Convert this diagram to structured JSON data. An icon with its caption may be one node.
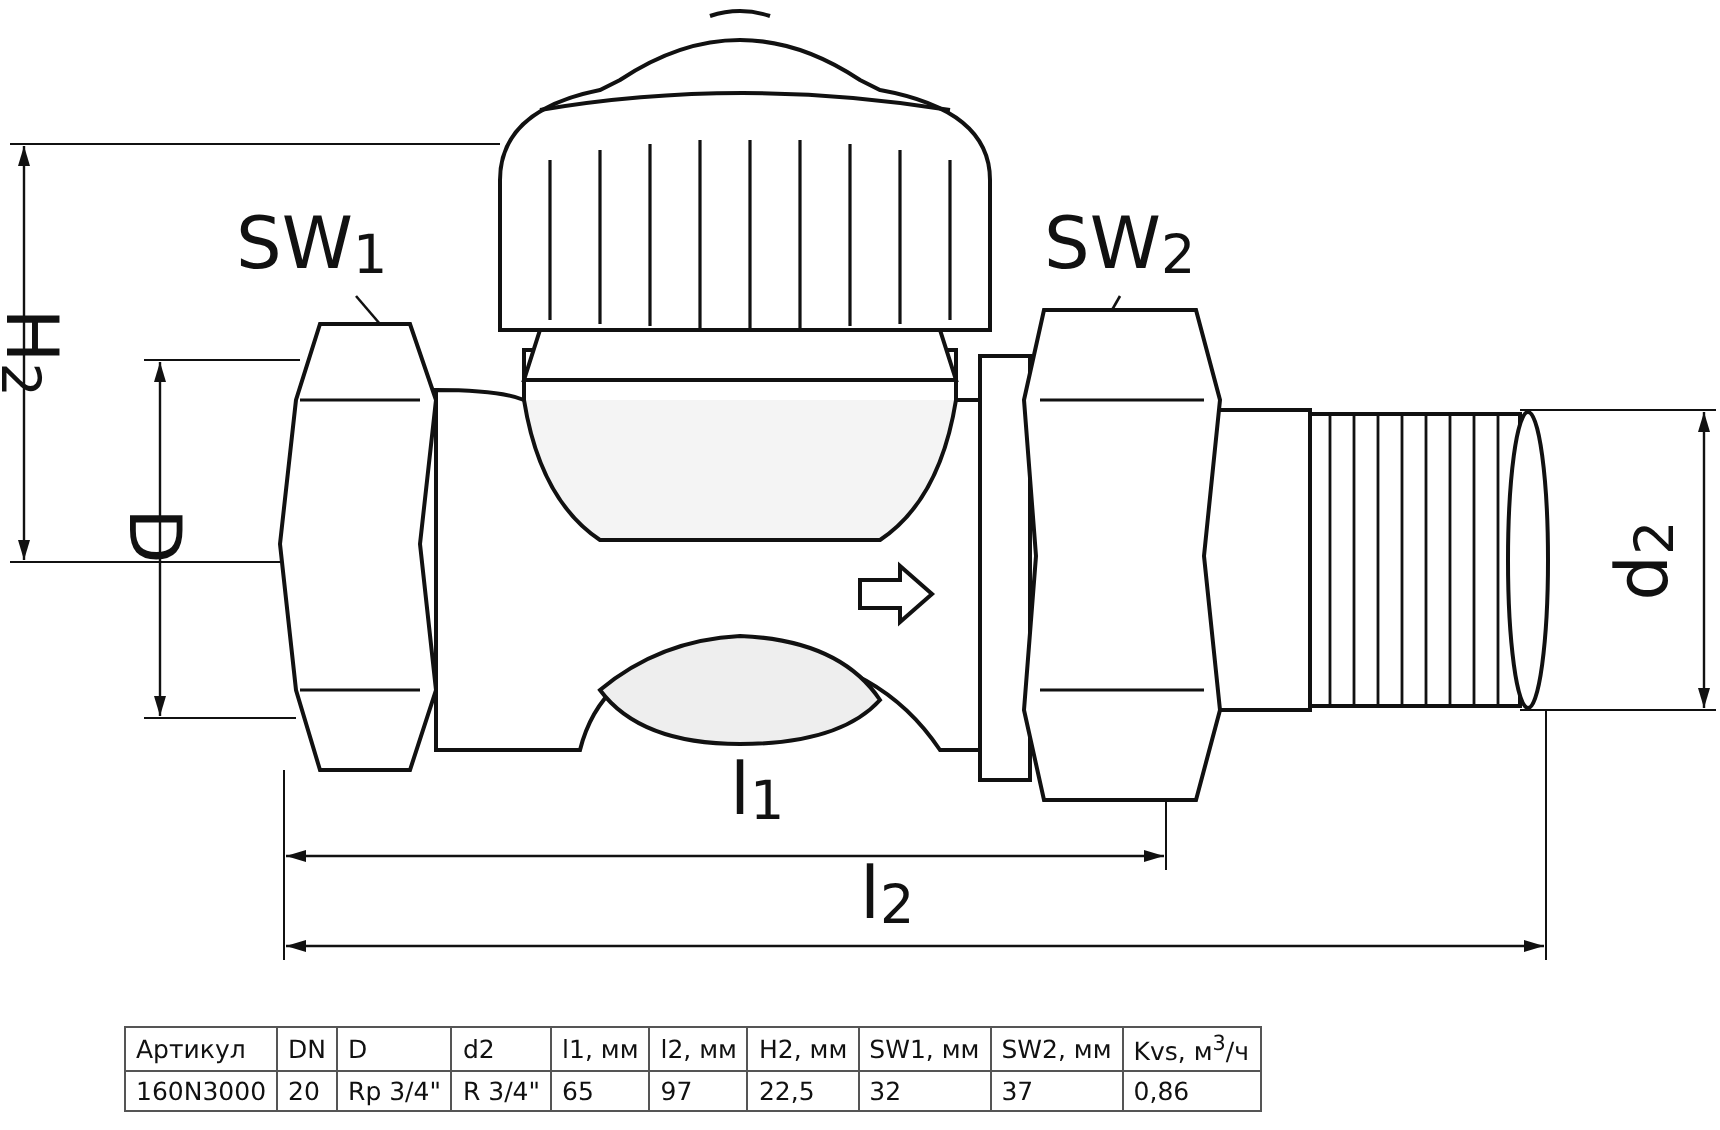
{
  "diagram": {
    "nodes": [
      {
        "text": [
          "SW$_{1}$"
        ]
      },
      {
        "text": [],
        "shape": "picture"
      },
      {
        "text": [
          "SW$_{2}$"
        ]
      },
      {
        "text": [],
        "shape": "picture"
      }
    ],
    "edges": [
      {
        "from": 0,
        "to": 1,
        "arrow": "none"
      },
      {
        "from": 2,
        "to": 3,
        "arrow": "none"
      }
    ],
    "labels": [
      "H$_{2}$",
      "D",
      "d$_{2}$",
      "l$_{1}$",
      "l$_{2}$",
      "Артикул",
      "DN",
      "D",
      "d2",
      "l1, мм",
      "l2, мм",
      "H2, мм",
      "SW1, мм",
      "SW2, мм",
      "Kvs, м$^{3}$/ч",
      "160N3000",
      "20",
      "Rp 3/4\"",
      "R 3/4\"",
      "65",
      "97",
      "22,5",
      "32",
      "37",
      "0,86"
    ]
  }
}
